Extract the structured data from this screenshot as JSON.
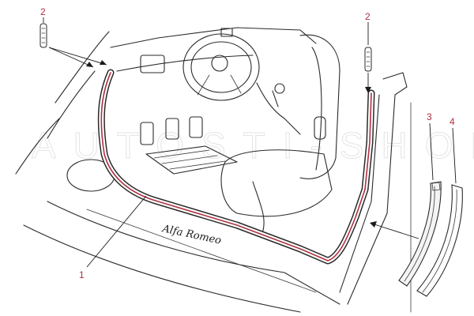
{
  "diagram": {
    "accent_color": "#b03040",
    "line_color": "#2a2a2a",
    "watermark": "AUTOSTI-SHOP",
    "sill_script": "Alfa Romeo",
    "callouts": [
      {
        "id": "left-clip",
        "number": "2"
      },
      {
        "id": "right-clip",
        "number": "2"
      },
      {
        "id": "seal-strip",
        "number": "3"
      },
      {
        "id": "trim-strip",
        "number": "4"
      },
      {
        "id": "door-seal",
        "number": "1"
      }
    ]
  }
}
